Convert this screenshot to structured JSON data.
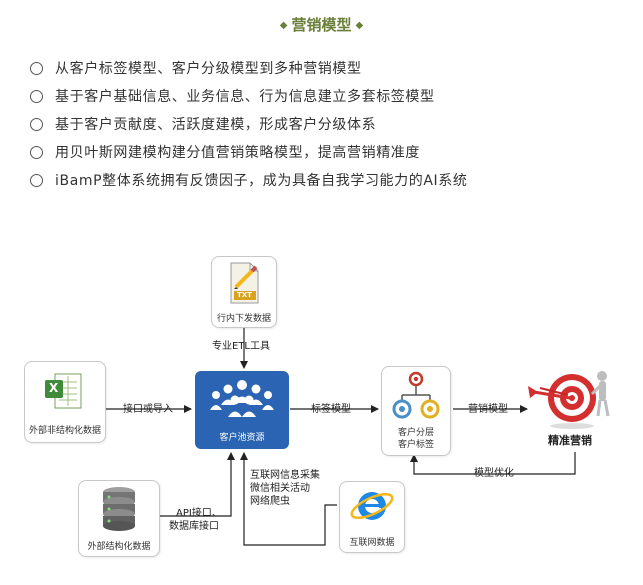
{
  "header": {
    "title": "营销模型",
    "bullets": [
      "从客户标签模型、客户分级模型到多种营销模型",
      "基于客户基础信息、业务信息、行为信息建立多套标签模型",
      "基于客户贡献度、活跃度建模，形成客户分级体系",
      "用贝叶斯网建模构建分值营销策略模型，提高营销精准度",
      "iBamP整体系统拥有反馈因子，成为具备自我学习能力的AI系统"
    ]
  },
  "diagram": {
    "nodes": {
      "txt": {
        "icon_text": "TXT",
        "caption": "行内下发数据"
      },
      "excel": {
        "icon_text": "X",
        "caption": "外部非结构化数据"
      },
      "center": {
        "caption": "客户池资源"
      },
      "segment": {
        "caption_line1": "客户分层",
        "caption_line2": "客户标签"
      },
      "target": {
        "caption": "精准营销"
      },
      "db": {
        "caption": "外部结构化数据"
      },
      "internet": {
        "caption": "互联网数据"
      }
    },
    "edges": {
      "etl": "专业ETL工具",
      "import": "接口或导入",
      "tag_model": "标签模型",
      "marketing_model": "营销模型",
      "optimize": "模型优化",
      "api_line1": "API接口、",
      "api_line2": "数据库接口",
      "web_line1": "互联网信息采集",
      "web_line2": "微信相关活动",
      "web_line3": "网络爬虫"
    }
  }
}
